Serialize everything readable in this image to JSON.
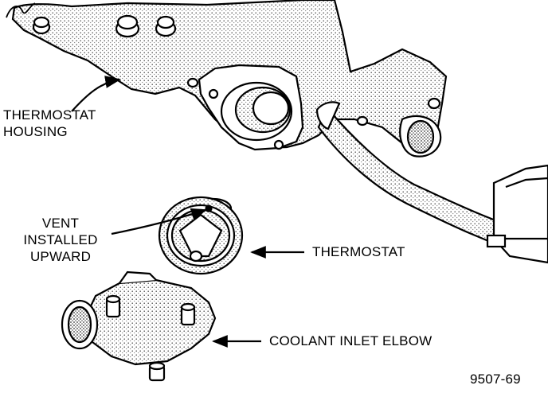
{
  "labels": {
    "thermostat_housing": [
      "THERMOSTAT",
      "HOUSING"
    ],
    "vent": [
      "VENT",
      "INSTALLED",
      "UPWARD"
    ],
    "thermostat": "THERMOSTAT",
    "coolant_inlet_elbow": "COOLANT INLET ELBOW"
  },
  "figure_number": "9507-69",
  "colors": {
    "ink": "#000000",
    "paper": "#ffffff",
    "shade": "#d4d4d4"
  }
}
